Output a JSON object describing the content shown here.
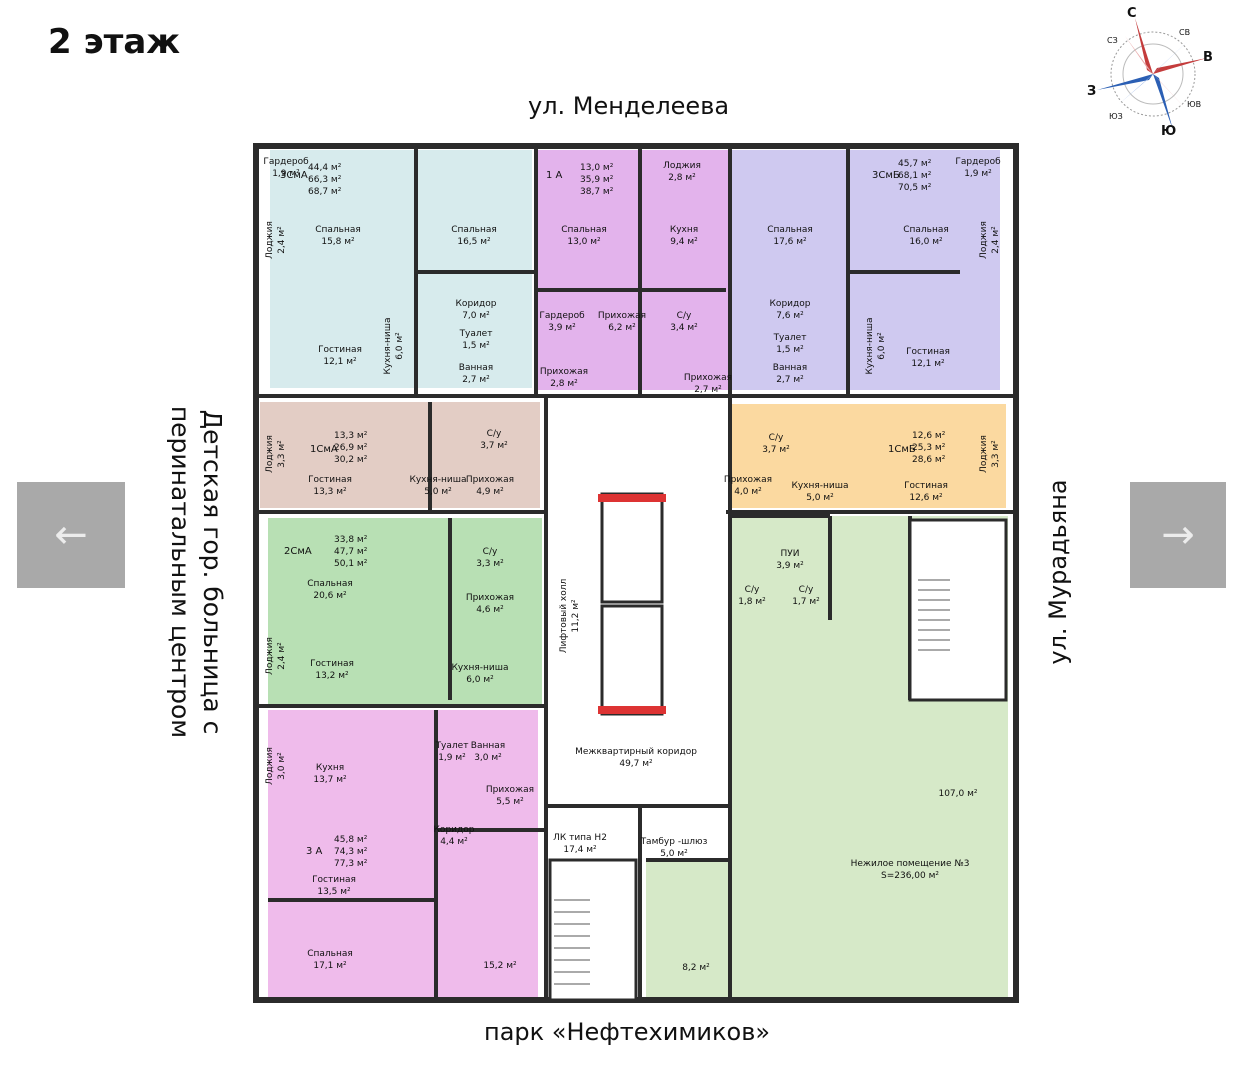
{
  "header": {
    "floor_title": "2 этаж"
  },
  "streets": {
    "top": "ул. Менделеева",
    "bottom": "парк «Нефтехимиков»",
    "right": "ул. Мурадьяна",
    "left": "Детская гор. больница с перинатальным центром"
  },
  "navigation": {
    "prev_icon": "←",
    "next_icon": "→"
  },
  "compass": {
    "north": "С",
    "east": "В",
    "south": "Ю",
    "west": "З",
    "nw": "СЗ",
    "ne": "СВ",
    "se": "ЮВ",
    "sw": "ЮЗ"
  },
  "colors": {
    "blue_apartment": "#d7ebed",
    "purple_apartment": "#e3b3ec",
    "lavender_apartment": "#cfc9f0",
    "brown_apartment": "#e3cdc5",
    "green_apartment": "#b8e0b4",
    "pink_apartment": "#efbbeb",
    "orange_apartment": "#fbd9a0",
    "commercial": "#d6e9c8",
    "wall": "#2b2b2b"
  },
  "apartments": {
    "a3cma": {
      "type": "3СмА",
      "areas": [
        "44,4 м²",
        "66,3 м²",
        "68,7 м²"
      ]
    },
    "a1a": {
      "type": "1 А",
      "areas": [
        "13,0 м²",
        "35,9 м²",
        "38,7 м²"
      ]
    },
    "a3cmb": {
      "type": "3СмБ",
      "areas": [
        "45,7 м²",
        "68,1 м²",
        "70,5 м²"
      ]
    },
    "a1cma": {
      "type": "1СмА",
      "areas": [
        "13,3 м²",
        "26,9 м²",
        "30,2 м²"
      ]
    },
    "a1cmb": {
      "type": "1СмБ",
      "areas": [
        "12,6 м²",
        "25,3 м²",
        "28,6 м²"
      ]
    },
    "a2cma": {
      "type": "2СмА",
      "areas": [
        "33,8 м²",
        "47,7 м²",
        "50,1 м²"
      ]
    },
    "a3a": {
      "type": "3 А",
      "areas": [
        "45,8 м²",
        "74,3 м²",
        "77,3 м²"
      ]
    }
  },
  "rooms": {
    "r1": {
      "name": "Гардероб",
      "area": "1,9 м²"
    },
    "r2": {
      "name": "Спальная",
      "area": "15,8 м²"
    },
    "r3": {
      "name": "Спальная",
      "area": "16,5 м²"
    },
    "r4": {
      "name": "Лоджия",
      "area": "2,4 м²"
    },
    "r5": {
      "name": "Спальная",
      "area": "13,0 м²"
    },
    "r6": {
      "name": "Лоджия",
      "area": "2,8 м²"
    },
    "r7": {
      "name": "Кухня",
      "area": "9,4 м²"
    },
    "r8": {
      "name": "Спальная",
      "area": "17,6 м²"
    },
    "r9": {
      "name": "Спальная",
      "area": "16,0 м²"
    },
    "r10": {
      "name": "Гардероб",
      "area": "1,9 м²"
    },
    "r11": {
      "name": "Лоджия",
      "area": "2,4 м²"
    },
    "r12": {
      "name": "Гостиная",
      "area": "12,1 м²"
    },
    "r13": {
      "name": "Кухня-ниша",
      "area": "6,0 м²"
    },
    "r14": {
      "name": "Коридор",
      "area": "7,0 м²"
    },
    "r15": {
      "name": "Туалет",
      "area": "1,5 м²"
    },
    "r16": {
      "name": "Ванная",
      "area": "2,7 м²"
    },
    "r17": {
      "name": "Гардероб",
      "area": "3,9 м²"
    },
    "r18": {
      "name": "Прихожая",
      "area": "6,2 м²"
    },
    "r19": {
      "name": "С/у",
      "area": "3,4 м²"
    },
    "r20": {
      "name": "Прихожая",
      "area": "2,8 м²"
    },
    "r21": {
      "name": "Прихожая",
      "area": "2,7 м²"
    },
    "r22": {
      "name": "Коридор",
      "area": "7,6 м²"
    },
    "r23": {
      "name": "Туалет",
      "area": "1,5 м²"
    },
    "r24": {
      "name": "Ванная",
      "area": "2,7 м²"
    },
    "r25": {
      "name": "Кухня-ниша",
      "area": "6,0 м²"
    },
    "r26": {
      "name": "Гостиная",
      "area": "12,1 м²"
    },
    "r27": {
      "name": "Лоджия",
      "area": "3,3 м²"
    },
    "r28": {
      "name": "С/у",
      "area": "3,7 м²"
    },
    "r29": {
      "name": "Гостиная",
      "area": "13,3 м²"
    },
    "r30": {
      "name": "Кухня-ниша",
      "area": "5,0 м²"
    },
    "r31": {
      "name": "Прихожая",
      "area": "4,9 м²"
    },
    "r32": {
      "name": "С/у",
      "area": "3,7 м²"
    },
    "r33": {
      "name": "Прихожая",
      "area": "4,0 м²"
    },
    "r34": {
      "name": "Кухня-ниша",
      "area": "5,0 м²"
    },
    "r35": {
      "name": "Гостиная",
      "area": "12,6 м²"
    },
    "r36": {
      "name": "Лоджия",
      "area": "3,3 м²"
    },
    "r37": {
      "name": "С/у",
      "area": "3,3 м²"
    },
    "r38": {
      "name": "Спальная",
      "area": "20,6 м²"
    },
    "r39": {
      "name": "Прихожая",
      "area": "4,6 м²"
    },
    "r40": {
      "name": "Лифтовый холл",
      "area": "11,2 м²"
    },
    "r41": {
      "name": "ПУИ",
      "area": "3,9 м²"
    },
    "r42": {
      "name": "С/у",
      "area": "1,8 м²"
    },
    "r43": {
      "name": "С/у",
      "area": "1,7 м²"
    },
    "r44": {
      "name": "Лоджия",
      "area": "2,4 м²"
    },
    "r45": {
      "name": "Гостиная",
      "area": "13,2 м²"
    },
    "r46": {
      "name": "Кухня-ниша",
      "area": "6,0 м²"
    },
    "r47": {
      "name": "Лоджия",
      "area": "3,0 м²"
    },
    "r48": {
      "name": "Кухня",
      "area": "13,7 м²"
    },
    "r49": {
      "name": "Туалет",
      "area": "1,9 м²"
    },
    "r50": {
      "name": "Ванная",
      "area": "3,0 м²"
    },
    "r51": {
      "name": "Прихожая",
      "area": "5,5 м²"
    },
    "r52": {
      "name": "Межквартирный коридор",
      "area": "49,7 м²"
    },
    "r53": {
      "name": "Коридор",
      "area": "4,4 м²"
    },
    "r54": {
      "name": "ЛК типа Н2",
      "area": "17,4 м²"
    },
    "r55": {
      "name": "Тамбур -шлюз",
      "area": "5,0 м²"
    },
    "r56": {
      "name": "Гостиная",
      "area": "13,5 м²"
    },
    "r57": {
      "name": "Спальная",
      "area": "17,1 м²"
    },
    "r58": {
      "name": "",
      "area": "15,2 м²"
    },
    "r59": {
      "name": "",
      "area": "8,2 м²"
    },
    "r60": {
      "name": "",
      "area": "107,0 м²"
    }
  },
  "commercial": {
    "name": "Нежилое помещение №3",
    "area": "S=236,00 м²"
  }
}
